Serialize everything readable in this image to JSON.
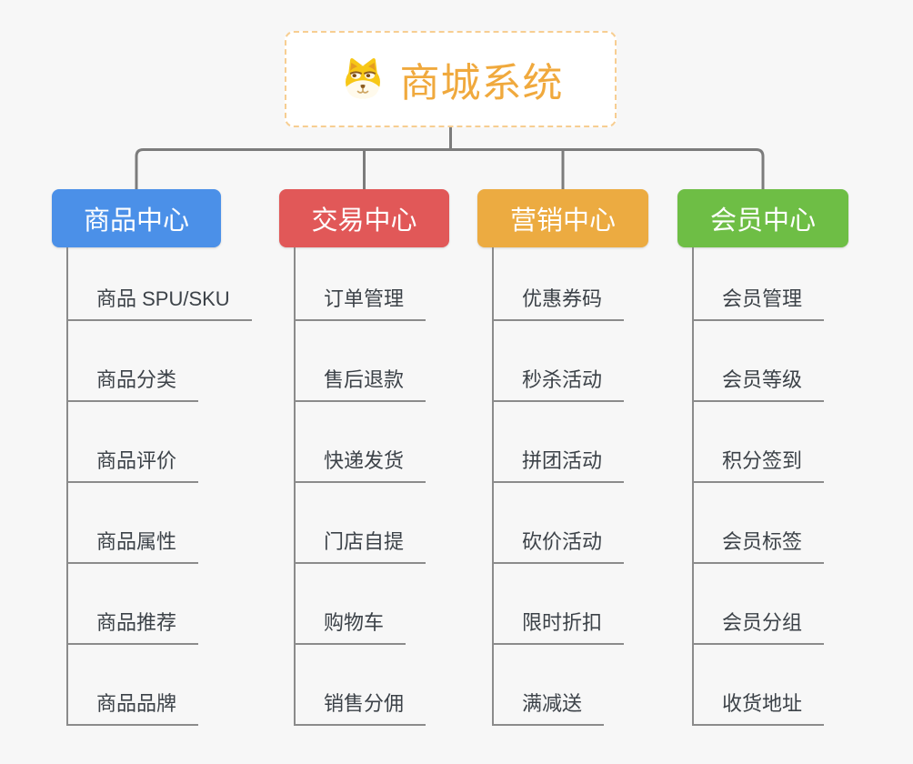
{
  "root": {
    "title": "商城系统",
    "icon": "dog-face-icon"
  },
  "branches": [
    {
      "name": "branch-product-center",
      "label": "商品中心",
      "color": "#4b90e8",
      "items": [
        "商品 SPU/SKU",
        "商品分类",
        "商品评价",
        "商品属性",
        "商品推荐",
        "商品品牌"
      ]
    },
    {
      "name": "branch-trade-center",
      "label": "交易中心",
      "color": "#e15858",
      "items": [
        "订单管理",
        "售后退款",
        "快递发货",
        "门店自提",
        "购物车",
        "销售分佣"
      ]
    },
    {
      "name": "branch-marketing-center",
      "label": "营销中心",
      "color": "#ecab41",
      "items": [
        "优惠券码",
        "秒杀活动",
        "拼团活动",
        "砍价活动",
        "限时折扣",
        "满减送"
      ]
    },
    {
      "name": "branch-member-center",
      "label": "会员中心",
      "color": "#6ebe45",
      "items": [
        "会员管理",
        "会员等级",
        "积分签到",
        "会员标签",
        "会员分组",
        "收货地址"
      ]
    }
  ],
  "colors": {
    "background": "#f7f7f7",
    "root_border": "#f7ce92",
    "root_title": "#f0a93d",
    "connector_line": "#7c7c7c",
    "underline": "#8b8b8b",
    "item_text": "#3c4248"
  }
}
